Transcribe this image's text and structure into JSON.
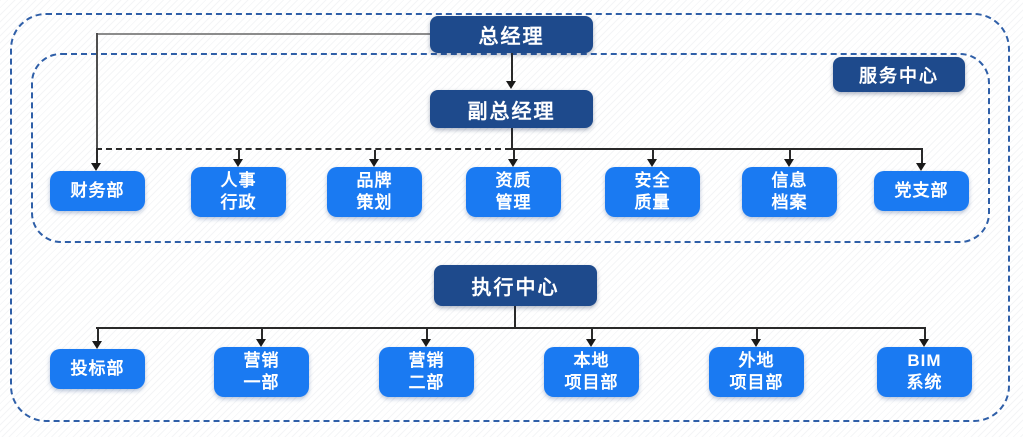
{
  "diagram": {
    "type": "org-chart",
    "top": {
      "label": "总经理"
    },
    "deputy": {
      "label": "副总经理"
    },
    "service_center": {
      "label": "服务中心",
      "departments": [
        {
          "label": "财务部"
        },
        {
          "label": "人事\n行政"
        },
        {
          "label": "品牌\n策划"
        },
        {
          "label": "资质\n管理"
        },
        {
          "label": "安全\n质量"
        },
        {
          "label": "信息\n档案"
        },
        {
          "label": "党支部"
        }
      ]
    },
    "execution_center": {
      "label": "执行中心",
      "departments": [
        {
          "label": "投标部"
        },
        {
          "label": "营销\n一部"
        },
        {
          "label": "营销\n二部"
        },
        {
          "label": "本地\n项目部"
        },
        {
          "label": "外地\n项目部"
        },
        {
          "label": "BIM\n系统"
        }
      ]
    },
    "colors": {
      "management_box": "#1E4A8C",
      "department_box": "#1A7AF2",
      "dashed_border": "#2F5FA8",
      "connector": "#2A2A2A",
      "connector_gray": "#8C8C8C",
      "text": "#FFFFFF"
    }
  }
}
